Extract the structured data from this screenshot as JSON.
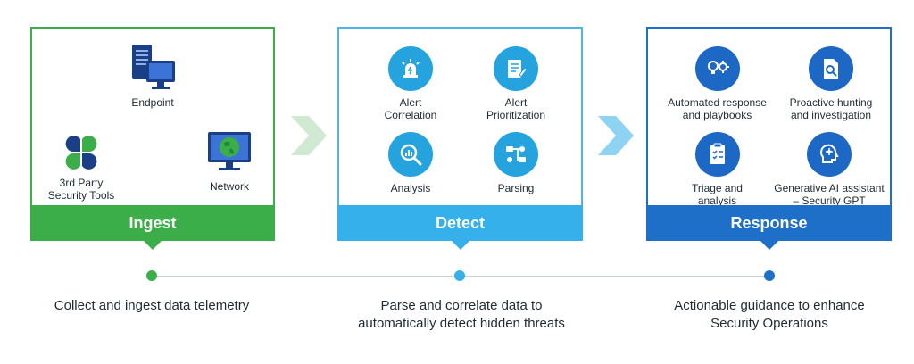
{
  "ingest": {
    "title": "Ingest",
    "items": [
      {
        "label": "Endpoint",
        "icon": "server-monitor-icon"
      },
      {
        "label": "3rd Party\nSecurity Tools",
        "icon": "four-leaf-icon"
      },
      {
        "label": "Network",
        "icon": "globe-monitor-icon"
      }
    ],
    "description": "Collect and ingest data telemetry",
    "color": "#3cae49"
  },
  "detect": {
    "title": "Detect",
    "items": [
      {
        "label": "Alert\nCorrelation",
        "icon": "alarm-icon"
      },
      {
        "label": "Alert\nPrioritization",
        "icon": "checklist-edit-icon"
      },
      {
        "label": "Analysis",
        "icon": "magnifier-chart-icon"
      },
      {
        "label": "Parsing",
        "icon": "data-flow-icon"
      }
    ],
    "description": "Parse and correlate data to\nautomatically detect hidden threats",
    "color": "#35b0ea"
  },
  "response": {
    "title": "Response",
    "items": [
      {
        "label": "Automated response\nand playbooks",
        "icon": "bulb-gear-icon"
      },
      {
        "label": "Proactive hunting\nand investigation",
        "icon": "document-search-icon"
      },
      {
        "label": "Triage and\nanalysis",
        "icon": "clipboard-icon"
      },
      {
        "label": "Generative AI assistant\n– Security GPT",
        "icon": "ai-head-icon"
      }
    ],
    "description": "Actionable guidance  to enhance\nSecurity Operations",
    "color": "#1e6fc8"
  }
}
